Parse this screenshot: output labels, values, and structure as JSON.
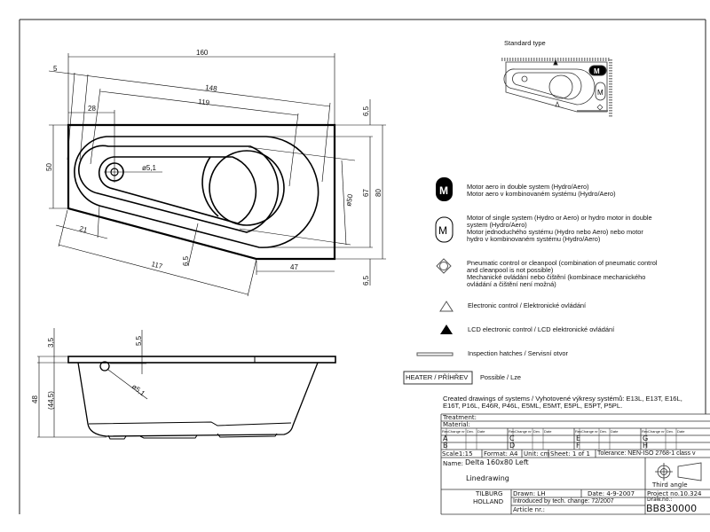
{
  "top_view": {
    "dims": {
      "overall_length": "160",
      "offset_5": "5",
      "inner_148": "148",
      "inner_119": "119",
      "hole_offset_28": "28",
      "hole_dia": "ø5,1",
      "width_50": "50",
      "width_67": "67",
      "width_80": "80",
      "dia_50": "ø50",
      "rim_top": "6,5",
      "rim_bottom": "6,5",
      "bevel_21": "21",
      "bevel_117": "117",
      "rim_side": "6,5",
      "corner_47": "47"
    }
  },
  "side_view": {
    "dims": {
      "rim_3_5": "3,5",
      "drain_5_5": "5,5",
      "height_48": "48",
      "depth_44_5": "(44,5)",
      "drain_dia": "ø5,1"
    }
  },
  "standard_type": {
    "title": "Standard type",
    "motor_label": "M"
  },
  "legend": [
    {
      "icon": "motor-aero-filled-icon",
      "symbol": "M",
      "lines": [
        "Motor aero in double system (Hydro/Aero)",
        "Motor aero v kombinovaném systému (Hydro/Aero)"
      ]
    },
    {
      "icon": "motor-single-outline-icon",
      "symbol": "M",
      "lines": [
        "Motor of single system (Hydro or Aero) or hydro motor in double",
        "system (Hydro/Aero)",
        "Motor jednoduchého systému (Hydro nebo Aero) nebo motor",
        "hydro v kombinovaném systému (Hydro/Aero)"
      ]
    },
    {
      "icon": "pneumatic-control-diamond-icon",
      "lines": [
        "Pneumatic control or cleanpool (combination of pneumatic control",
        "and cleanpool is not possible)",
        "Mechanické ovládání nebo čištění (kombinace mechanického",
        "ovládání a čištění není možná)"
      ]
    },
    {
      "icon": "electronic-control-triangle-icon",
      "lines": [
        "Electronic control / Elektronické ovládání"
      ]
    },
    {
      "icon": "lcd-control-filled-triangle-icon",
      "lines": [
        "LCD electronic control / LCD elektronické ovládání"
      ]
    },
    {
      "icon": "inspection-hatch-icon",
      "lines": [
        "Inspection hatches / Servisní otvor"
      ]
    },
    {
      "icon": "heater-box",
      "symbol": "HEATER / PŘÍHŘEV",
      "lines": [
        "Possible / Lze"
      ]
    }
  ],
  "systems_note": [
    "Created drawings of systems / Vyhotovené výkresy systémů: E13L, E13T, E16L,",
    "E16T, P16L, E46R, P46L, E5ML, E5MT, E5PL, E5PT, P5PL."
  ],
  "title_block": {
    "treatment": "Treatment:",
    "material": "Material:",
    "rev_headers": [
      "Rev",
      "Change nr",
      "Dev.",
      "Date"
    ],
    "revs": [
      "A",
      "B",
      "C",
      "D",
      "E",
      "F",
      "G",
      "H"
    ],
    "scale": "Scale1:15",
    "format": "Format: A4",
    "unit": "Unit: cm",
    "sheet": "Sheet: 1  of 1",
    "tolerance": "Tolerance: NEN-ISO 2768-1 class v",
    "name_label": "Name:",
    "name": "Delta 160x80 Left",
    "subtitle": "Linedrawing",
    "projection": "Third angle",
    "company_line1": "TILBURG",
    "company_line2": "HOLLAND",
    "drawn": "Drawn: LH",
    "date": "Date: 4-9-2007",
    "introduced": "Introduced by tech. change:    72/2007",
    "article": "Article nr.:",
    "project": "Project no.10.324",
    "draw_no_label": "Draw.no.:",
    "draw_no": "BB830000"
  }
}
